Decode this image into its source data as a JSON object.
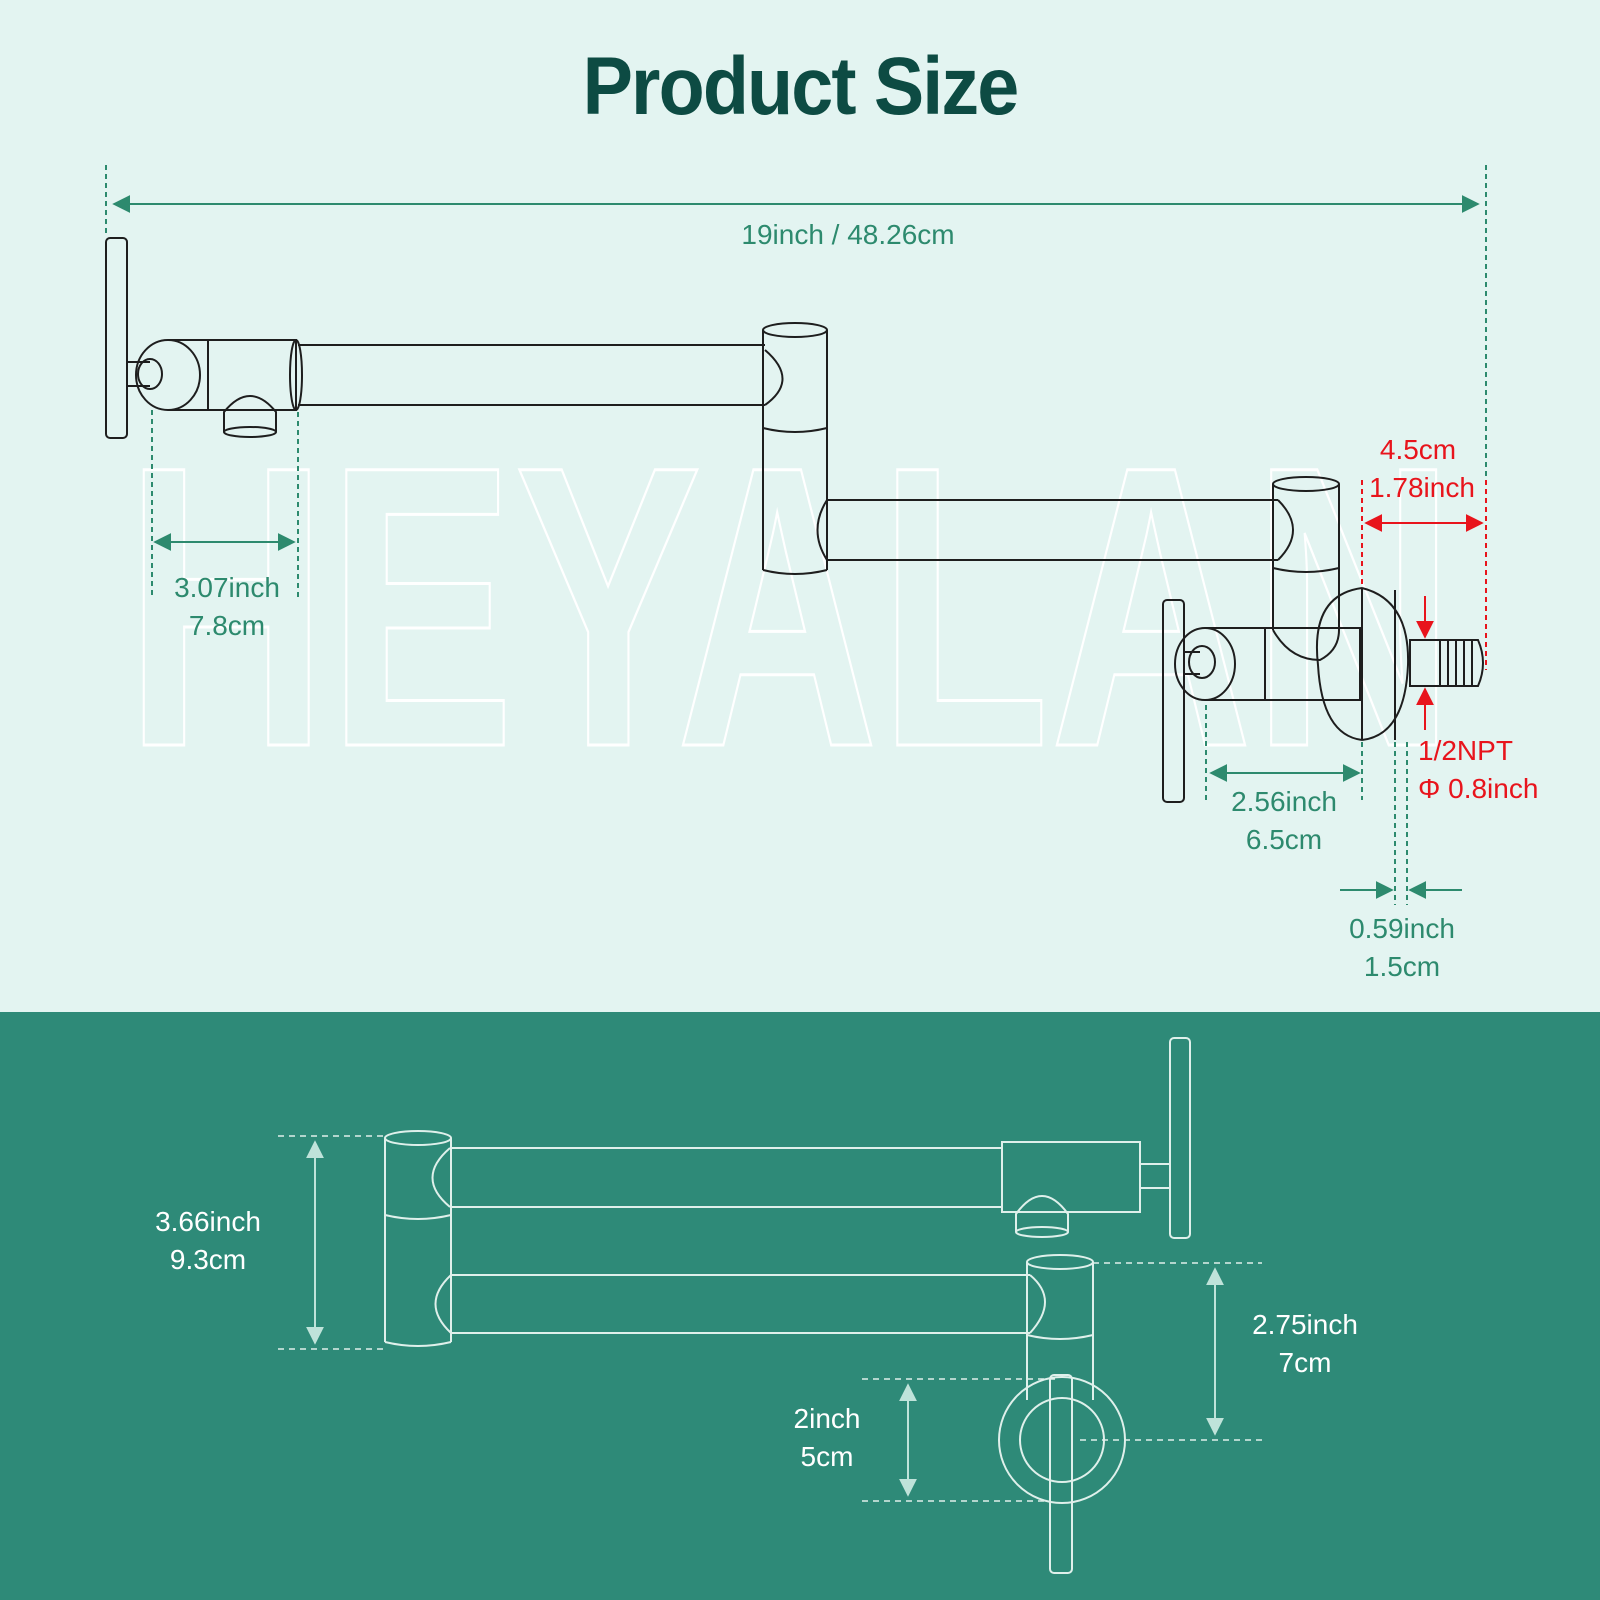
{
  "title": "Product Size",
  "colors": {
    "top_background": "#e3f4f1",
    "bottom_background": "#2e8a78",
    "title": "#0d4b43",
    "dimension_green": "#2d8a6e",
    "dimension_red": "#e8141c",
    "dimension_white": "#ffffff"
  },
  "watermark": "HEYALAN",
  "top_view": {
    "overall_length": "19inch / 48.26cm",
    "arm_pivot_offset": {
      "inch": "3.07inch",
      "cm": "7.8cm"
    },
    "outlet_length": {
      "cm": "4.5cm",
      "inch": "1.78inch"
    },
    "thread": {
      "type": "1/2NPT",
      "diameter": "Φ 0.8inch"
    },
    "valve_offset": {
      "inch": "2.56inch",
      "cm": "6.5cm"
    },
    "flange_thickness": {
      "inch": "0.59inch",
      "cm": "1.5cm"
    }
  },
  "folded_view": {
    "total_height": {
      "inch": "3.66inch",
      "cm": "9.3cm"
    },
    "spout_to_wall_center": {
      "inch": "2.75inch",
      "cm": "7cm"
    },
    "lower_offset": {
      "inch": "2inch",
      "cm": "5cm"
    }
  }
}
